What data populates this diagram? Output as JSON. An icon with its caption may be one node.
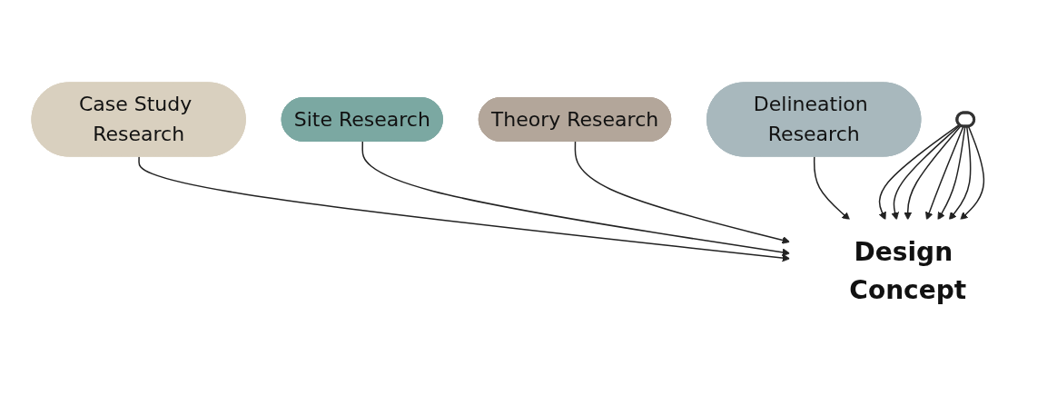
{
  "diagram": {
    "nodes": [
      {
        "text": [],
        "shape": "ellipse"
      },
      {
        "text": [
          "Case Study Research"
        ]
      },
      {
        "text": [
          "Site Research"
        ]
      },
      {
        "text": [
          "Design Concept"
        ]
      },
      {
        "text": [
          "Theory Research"
        ]
      },
      {
        "text": [
          "Delineation Research"
        ]
      }
    ],
    "edges": [
      {
        "from": 1,
        "to": 3,
        "arrow": "to"
      },
      {
        "from": 2,
        "to": 3,
        "arrow": "to"
      },
      {
        "from": 4,
        "to": 3,
        "arrow": "to"
      },
      {
        "from": 5,
        "to": 3,
        "arrow": "to"
      },
      {
        "from": 0,
        "to": 3,
        "arrow": "to"
      },
      {
        "from": 0,
        "to": 3,
        "arrow": "to"
      },
      {
        "from": 0,
        "to": 3,
        "arrow": "to"
      },
      {
        "from": 0,
        "to": 3,
        "arrow": "to"
      },
      {
        "from": 0,
        "to": 3,
        "arrow": "to"
      },
      {
        "from": 0,
        "to": 3,
        "arrow": "to"
      },
      {
        "from": 0,
        "to": 3,
        "arrow": "to"
      }
    ]
  }
}
